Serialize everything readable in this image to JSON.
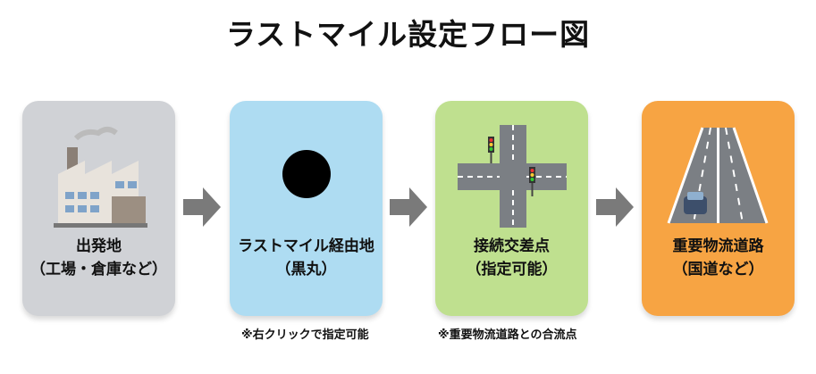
{
  "title": "ラストマイル設定フロー図",
  "steps": [
    {
      "line1": "出発地",
      "line2": "（工場・倉庫など）",
      "color": "#d0d2d6",
      "icon": "factory-icon"
    },
    {
      "line1": "ラストマイル経由地",
      "line2": "（黒丸）",
      "color": "#aedcf2",
      "icon": "black-circle-icon"
    },
    {
      "line1": "接続交差点",
      "line2": "（指定可能）",
      "color": "#bfe08f",
      "icon": "intersection-icon"
    },
    {
      "line1": "重要物流道路",
      "line2": "（国道など）",
      "color": "#f7a443",
      "icon": "highway-icon"
    }
  ],
  "notes": [
    "※右クリックで指定可能",
    "※重要物流道路との合流点"
  ],
  "arrow_color": "#7a7a7a"
}
